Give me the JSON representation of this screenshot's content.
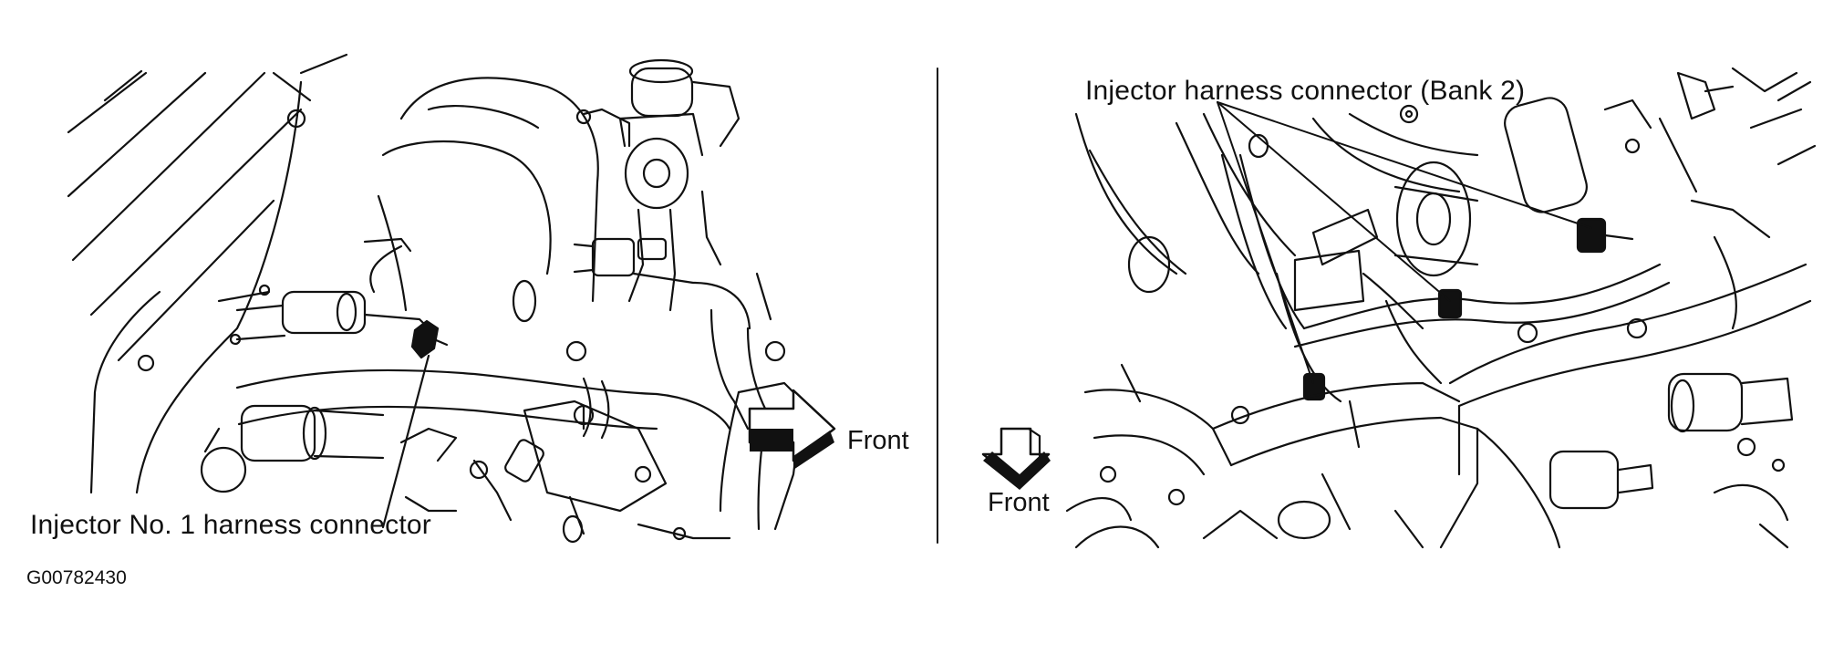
{
  "figure": {
    "id_label": "G00782430",
    "left_panel": {
      "callout": "Injector No. 1 harness connector",
      "direction_label": "Front",
      "icons": [
        "front-arrow-right-icon",
        "harness-connector-icon"
      ]
    },
    "right_panel": {
      "callout": "Injector harness connector (Bank 2)",
      "direction_label": "Front",
      "icons": [
        "front-arrow-down-icon",
        "harness-connector-icon"
      ]
    }
  },
  "colors": {
    "ink": "#111111",
    "background": "#ffffff"
  }
}
